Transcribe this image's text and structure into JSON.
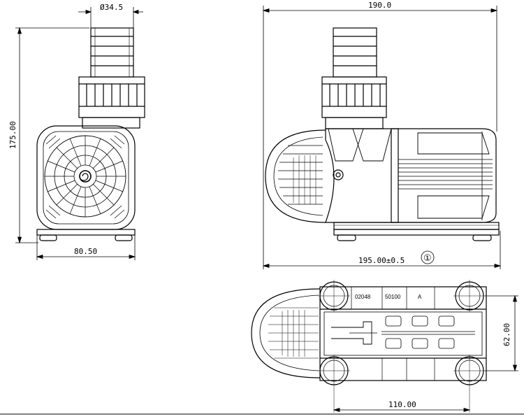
{
  "dimensions": {
    "diameter": "Ø34.5",
    "height": "175.00",
    "front_width": "80.50",
    "top_length": "190.0",
    "bottom_length": "195.00±0.5",
    "note": "①",
    "plan_width": "62.00",
    "foot_spacing": "110.00"
  },
  "plate_labels": [
    "02048",
    "50100",
    "A"
  ]
}
